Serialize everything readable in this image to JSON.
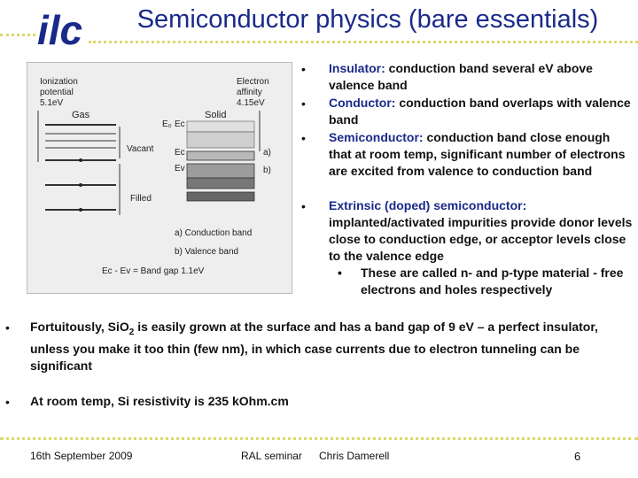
{
  "header": {
    "logo_text": "ilc",
    "title": "Semiconductor physics (bare essentials)"
  },
  "diagram": {
    "ionization_label_1": "Ionization",
    "ionization_label_2": "potential",
    "ionization_value": "5.1eV",
    "electron_label_1": "Electron",
    "electron_label_2": "affinity",
    "electron_value": "4.15eV",
    "gas_label": "Gas",
    "solid_label": "Solid",
    "e0_label": "E₀",
    "ec_label": "Ec",
    "ec2_label": "Ec",
    "ev_label": "Ev",
    "vacant_label": "Vacant",
    "filled_label": "Filled",
    "a_label": "a)",
    "b_label": "b)",
    "legend_a": "a) Conduction band",
    "legend_b": "b) Valence band",
    "gap_label": "Ec - Ev = Band gap 1.1eV"
  },
  "right_bullets": {
    "b1_key": "Insulator:",
    "b1_rest": " conduction band several eV above valence band",
    "b2_key": "Conductor:",
    "b2_rest": " conduction band overlaps with valence band",
    "b3_key": "Semiconductor:",
    "b3_rest": " conduction band close enough that at room temp, significant number of electrons are excited from valence to conduction band",
    "b4_key": "Extrinsic (doped) semiconductor:",
    "b4_rest": " implanted/activated impurities provide donor levels close to conduction edge, or acceptor levels close to the valence edge",
    "sub1": "These are called n- and p-type material - free electrons and holes respectively"
  },
  "bottom_bullets": {
    "b5_part1": "Fortuitously, SiO",
    "b5_sub": "2",
    "b5_part2": " is easily grown at the surface and has a band gap of 9 eV – a perfect insulator, unless you make it too thin (few nm), in which case currents due to electron tunneling can be significant",
    "b6": "At room temp, Si resistivity is 235 kOhm.cm"
  },
  "bullet_char": "•",
  "footer": {
    "date": "16th September 2009",
    "event": "RAL seminar",
    "author": "Chris Damerell",
    "page": "6"
  }
}
